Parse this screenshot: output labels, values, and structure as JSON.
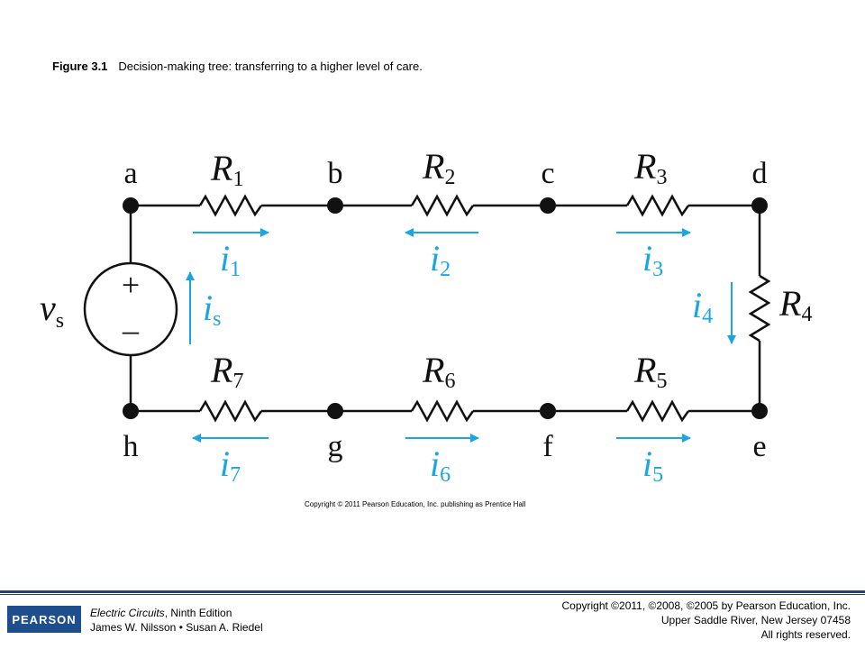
{
  "caption": {
    "label": "Figure 3.1",
    "text": "Decision-making tree: transferring to a higher level of care."
  },
  "nodes": [
    "a",
    "b",
    "c",
    "d",
    "e",
    "f",
    "g",
    "h"
  ],
  "resistors": [
    {
      "base": "R",
      "sub": "1"
    },
    {
      "base": "R",
      "sub": "2"
    },
    {
      "base": "R",
      "sub": "3"
    },
    {
      "base": "R",
      "sub": "4"
    },
    {
      "base": "R",
      "sub": "5"
    },
    {
      "base": "R",
      "sub": "6"
    },
    {
      "base": "R",
      "sub": "7"
    }
  ],
  "currents": [
    {
      "base": "i",
      "sub": "1"
    },
    {
      "base": "i",
      "sub": "2"
    },
    {
      "base": "i",
      "sub": "3"
    },
    {
      "base": "i",
      "sub": "4"
    },
    {
      "base": "i",
      "sub": "5"
    },
    {
      "base": "i",
      "sub": "6"
    },
    {
      "base": "i",
      "sub": "7"
    },
    {
      "base": "i",
      "sub": "s"
    }
  ],
  "source": {
    "base": "v",
    "sub": "s",
    "plus": "+",
    "minus": "–"
  },
  "colors": {
    "current": "#1aa6e0",
    "wire": "#111111",
    "footer": "#2a3f7a",
    "logo": "#1f4e8c"
  },
  "figure_copyright": "Copyright © 2011 Pearson Education, Inc. publishing as Prentice Hall",
  "footer": {
    "logo": "PEARSON",
    "book_title": "Electric Circuits",
    "book_edition": ", Ninth Edition",
    "authors": "James W. Nilsson • Susan A. Riedel",
    "copyright_line1": "Copyright ©2011, ©2008, ©2005 by Pearson Education, Inc.",
    "copyright_line2": "Upper Saddle River, New Jersey 07458",
    "copyright_line3": "All rights reserved."
  }
}
